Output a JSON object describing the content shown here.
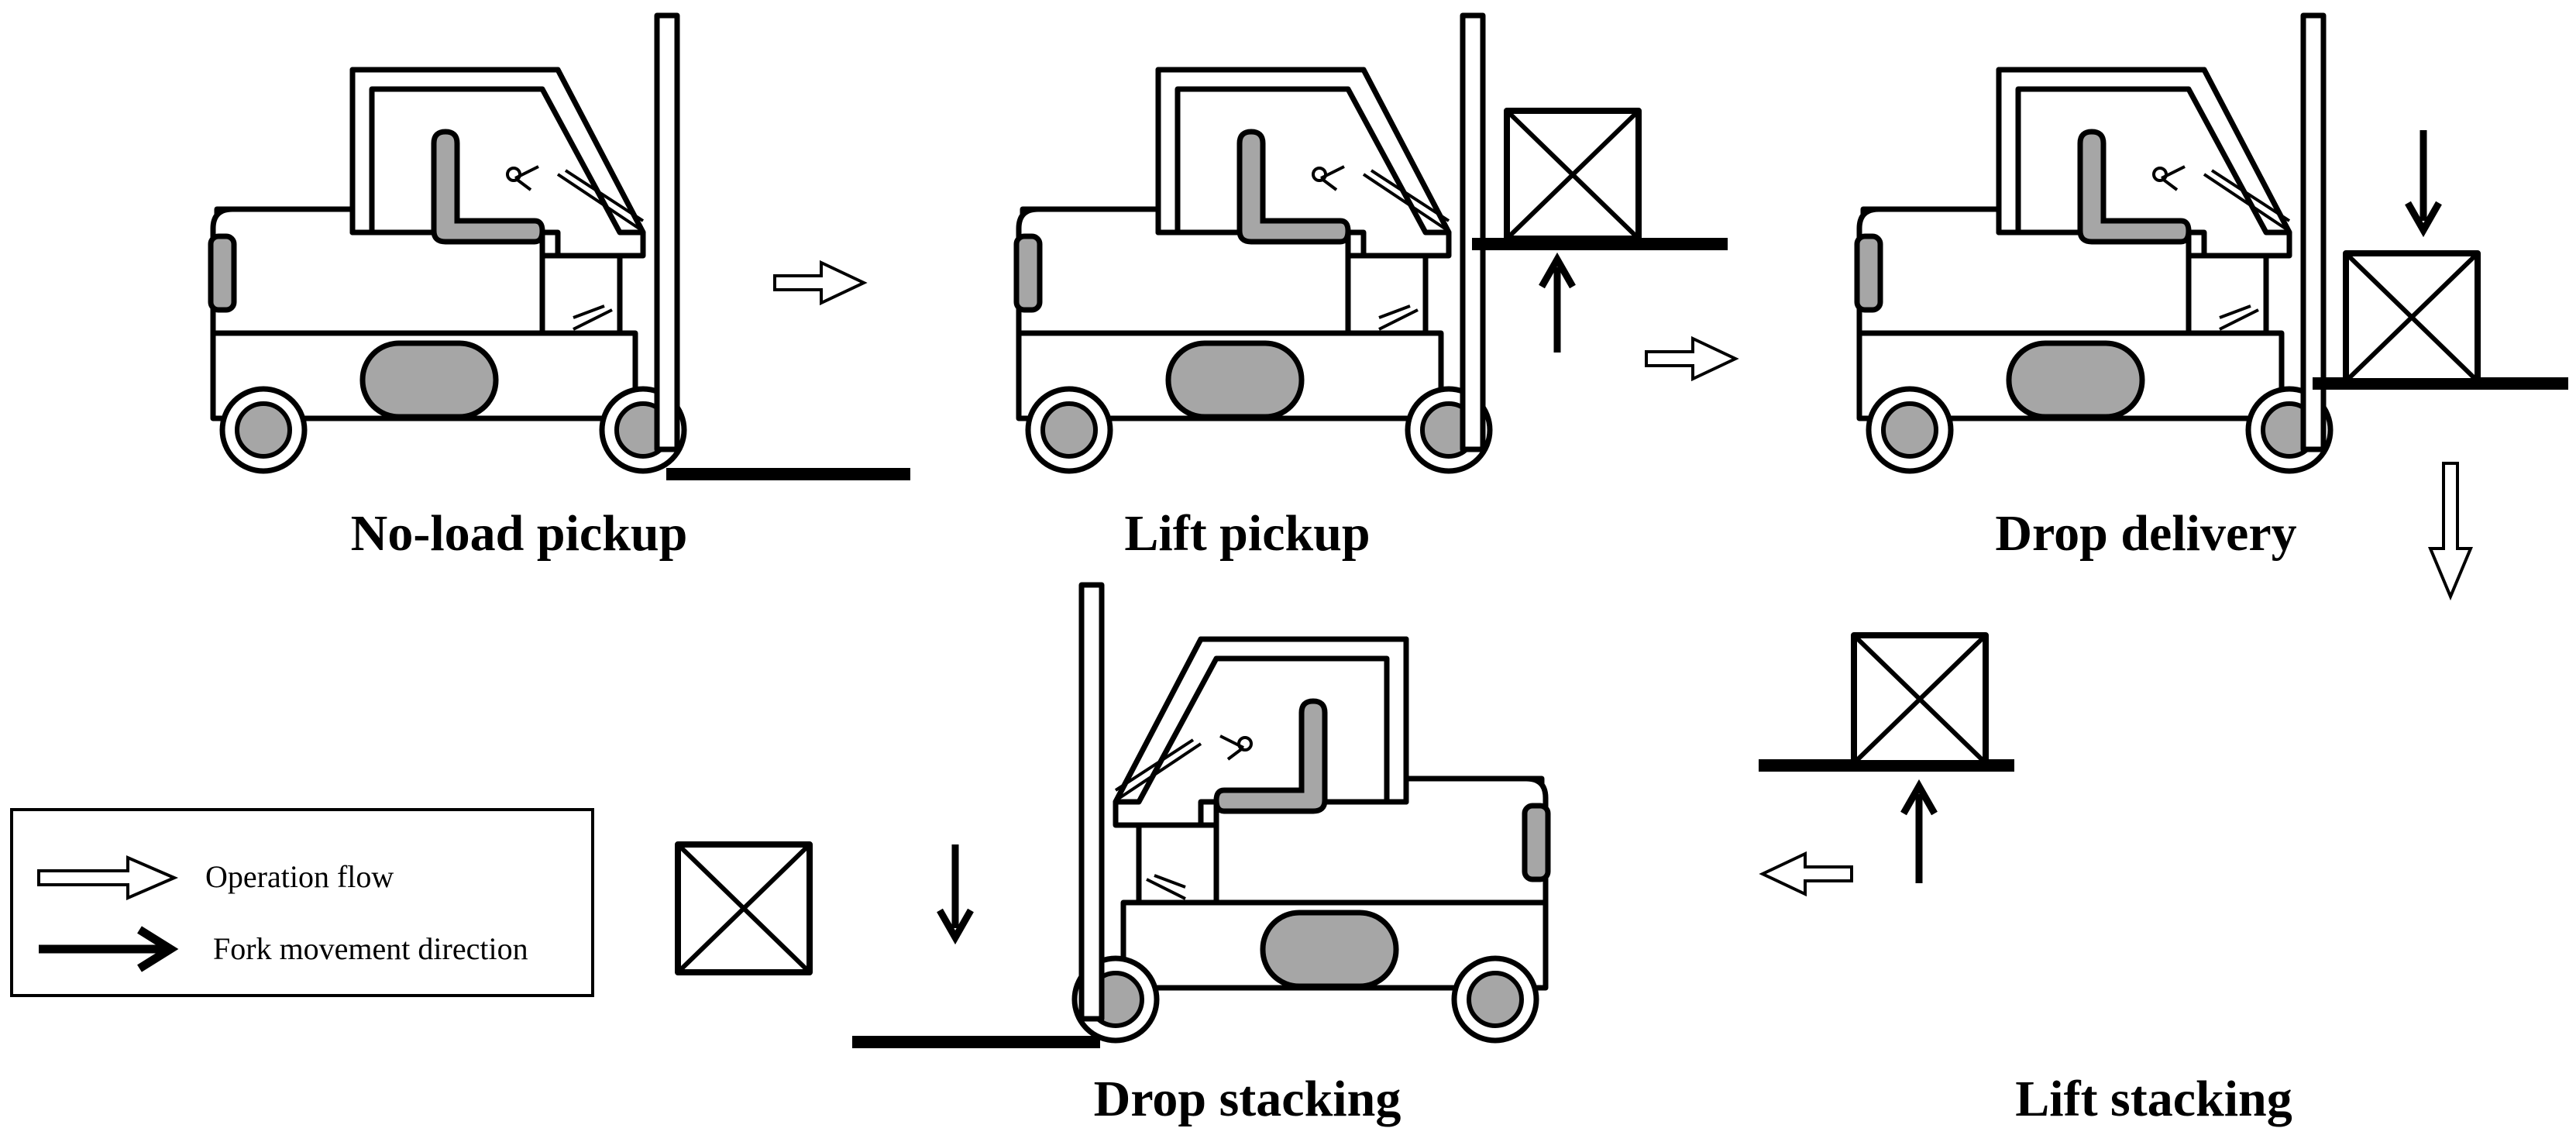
{
  "stages": [
    {
      "id": "no-load-pickup",
      "label": "No-load pickup"
    },
    {
      "id": "lift-pickup",
      "label": "Lift pickup"
    },
    {
      "id": "drop-delivery",
      "label": "Drop delivery"
    },
    {
      "id": "lift-stacking",
      "label": "Lift stacking"
    },
    {
      "id": "drop-stacking",
      "label": "Drop stacking"
    }
  ],
  "legend": {
    "operation_flow": "Operation flow",
    "fork_movement": "Fork movement direction"
  },
  "colors": {
    "line": "#000000",
    "fill_gray": "#a6a6a6",
    "background": "#ffffff"
  }
}
